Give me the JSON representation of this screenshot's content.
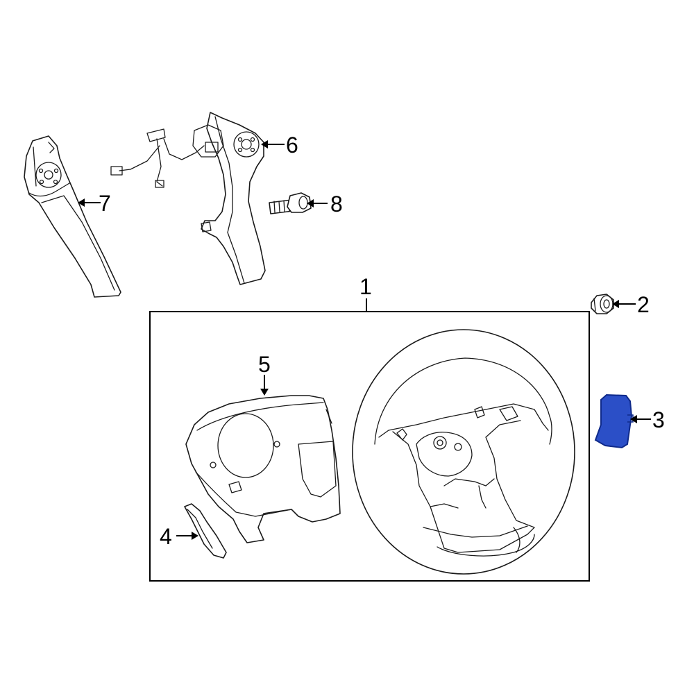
{
  "callouts": {
    "p1": "1",
    "p2": "2",
    "p3": "3",
    "p4": "4",
    "p5": "5",
    "p6": "6",
    "p7": "7",
    "p8": "8"
  },
  "highlight": {
    "part": "3",
    "fill_color": "#2b4fc7",
    "stroke_color": "#0f2a8a"
  },
  "icons": {
    "steering_wheel": "steering-wheel-icon",
    "airbag_cover": "airbag-cover-icon",
    "trim_piece": "trim-piece-icon",
    "switch_right": "steering-switch-icon",
    "switch_left": "steering-switch-icon",
    "bolt": "bolt-icon",
    "nut": "nut-icon",
    "cover_highlighted": "cover-icon"
  }
}
